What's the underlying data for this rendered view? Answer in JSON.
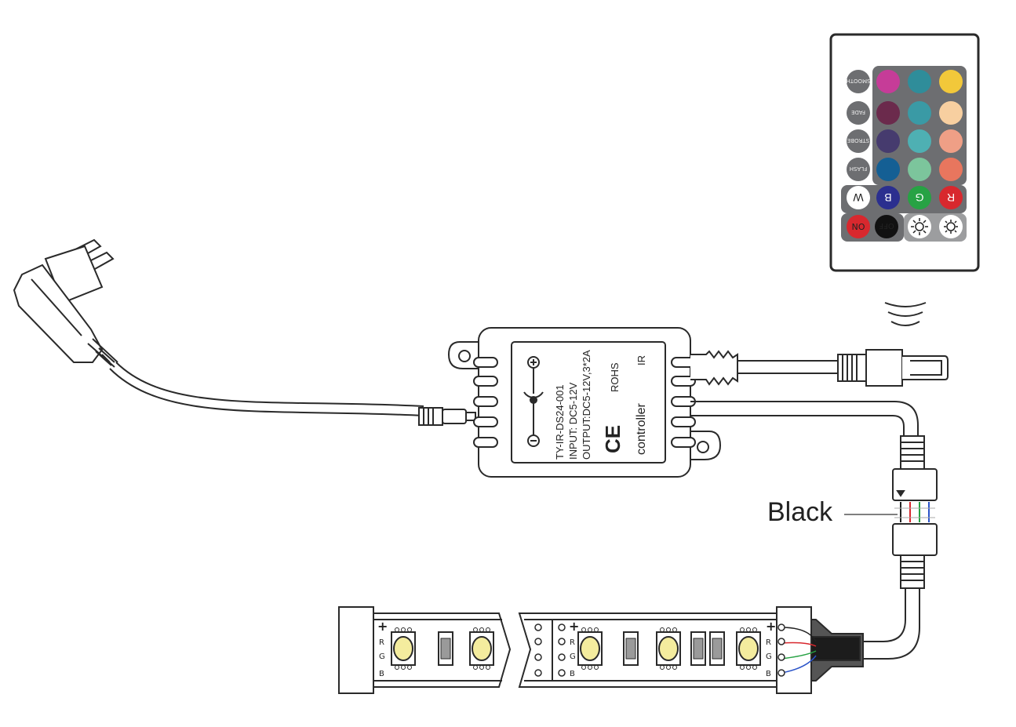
{
  "remote": {
    "buttons_left": [
      "SMOOTH",
      "FADE",
      "STROBE",
      "FLASH"
    ],
    "color_rows": [
      [
        "#c63c98",
        "#2f8d9a",
        "#f2c83a"
      ],
      [
        "#6b2a4c",
        "#3a9aa5",
        "#f7cfa0"
      ],
      [
        "#463b6e",
        "#4eb0b3",
        "#ef9f86"
      ],
      [
        "#145f94",
        "#7cc59c",
        "#e8765e"
      ]
    ],
    "wbgr": [
      {
        "label": "W",
        "color": "#ffffff",
        "text_color": "#222222"
      },
      {
        "label": "B",
        "color": "#2b2f8f",
        "text_color": "#ffffff"
      },
      {
        "label": "G",
        "color": "#27a244",
        "text_color": "#ffffff"
      },
      {
        "label": "R",
        "color": "#d8282e",
        "text_color": "#ffffff"
      }
    ],
    "on_label": "ON",
    "off_label": "OFF",
    "on_color": "#d8282e",
    "off_color": "#111111"
  },
  "controller": {
    "model": "TY-IR-DS24-001",
    "input": "INPUT: DC5-12V",
    "output": "OUTPUT:DC5-12V,3*2A",
    "rohs": "ROHS",
    "ir": "IR",
    "ce": "CE",
    "name": "controller"
  },
  "connector_label": "Black",
  "strip": {
    "plus": "+",
    "channels": [
      "R",
      "G",
      "B"
    ],
    "wire_colors": [
      "#222222",
      "#d8282e",
      "#27a244",
      "#2b54c8"
    ]
  },
  "colors": {
    "line": "#2a2a2a",
    "connector_dark": "#555555",
    "led": "#f4ec9e",
    "resistor": "#9a9a9a"
  }
}
